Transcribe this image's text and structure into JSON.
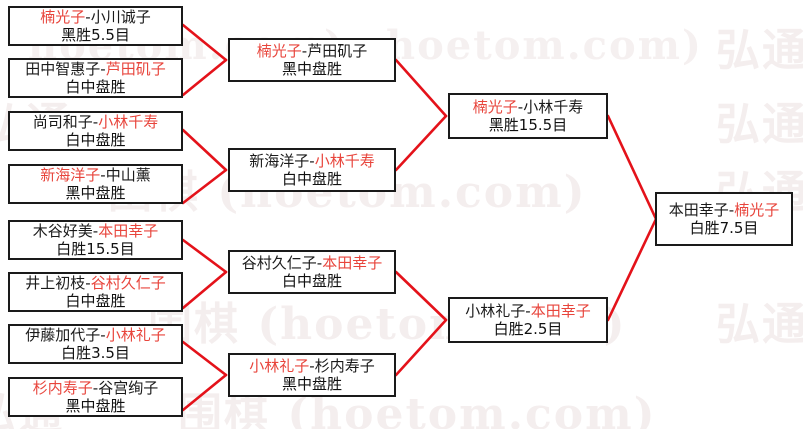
{
  "meta": {
    "title": "围棋比赛对阵表",
    "winner_color": "#e8453c",
    "loser_color": "#1a1a1a",
    "line_color": "#e4121a",
    "box_border_color": "#1a1a1a",
    "background_color": "#ffffff",
    "separator": "-"
  },
  "watermark": {
    "cn_text": "弘通",
    "cn_text_2": "围棋 (hoetom.com)",
    "en_text": "hoetom.com)"
  },
  "bracket": {
    "round1": [
      {
        "left": "楠光子",
        "right": "小川诚子",
        "left_win": true,
        "right_win": false,
        "result": "黑胜5.5目"
      },
      {
        "left": "田中智惠子",
        "right": "芦田矶子",
        "left_win": false,
        "right_win": true,
        "result": "白中盘胜"
      },
      {
        "left": "尚司和子",
        "right": "小林千寿",
        "left_win": false,
        "right_win": true,
        "result": "白中盘胜"
      },
      {
        "left": "新海洋子",
        "right": "中山薰",
        "left_win": true,
        "right_win": false,
        "result": "黑中盘胜"
      },
      {
        "left": "木谷好美",
        "right": "本田幸子",
        "left_win": false,
        "right_win": true,
        "result": "白胜15.5目"
      },
      {
        "left": "井上初枝",
        "right": "谷村久仁子",
        "left_win": false,
        "right_win": true,
        "result": "白中盘胜"
      },
      {
        "left": "伊藤加代子",
        "right": "小林礼子",
        "left_win": false,
        "right_win": true,
        "result": "白胜3.5目"
      },
      {
        "left": "杉内寿子",
        "right": "谷宫绚子",
        "left_win": true,
        "right_win": false,
        "result": "黑中盘胜"
      }
    ],
    "round2": [
      {
        "left": "楠光子",
        "right": "芦田矶子",
        "left_win": true,
        "right_win": false,
        "result": "黑中盘胜"
      },
      {
        "left": "新海洋子",
        "right": "小林千寿",
        "left_win": false,
        "right_win": true,
        "result": "白中盘胜"
      },
      {
        "left": "谷村久仁子",
        "right": "本田幸子",
        "left_win": false,
        "right_win": true,
        "result": "白中盘胜"
      },
      {
        "left": "小林礼子",
        "right": "杉内寿子",
        "left_win": true,
        "right_win": false,
        "result": "黑中盘胜"
      }
    ],
    "round3": [
      {
        "left": "楠光子",
        "right": "小林千寿",
        "left_win": true,
        "right_win": false,
        "result": "黑胜15.5目"
      },
      {
        "left": "小林礼子",
        "right": "本田幸子",
        "left_win": false,
        "right_win": true,
        "result": "白胜2.5目"
      }
    ],
    "final": [
      {
        "left": "本田幸子",
        "right": "楠光子",
        "left_win": false,
        "right_win": true,
        "result": "白胜7.5目"
      }
    ]
  }
}
